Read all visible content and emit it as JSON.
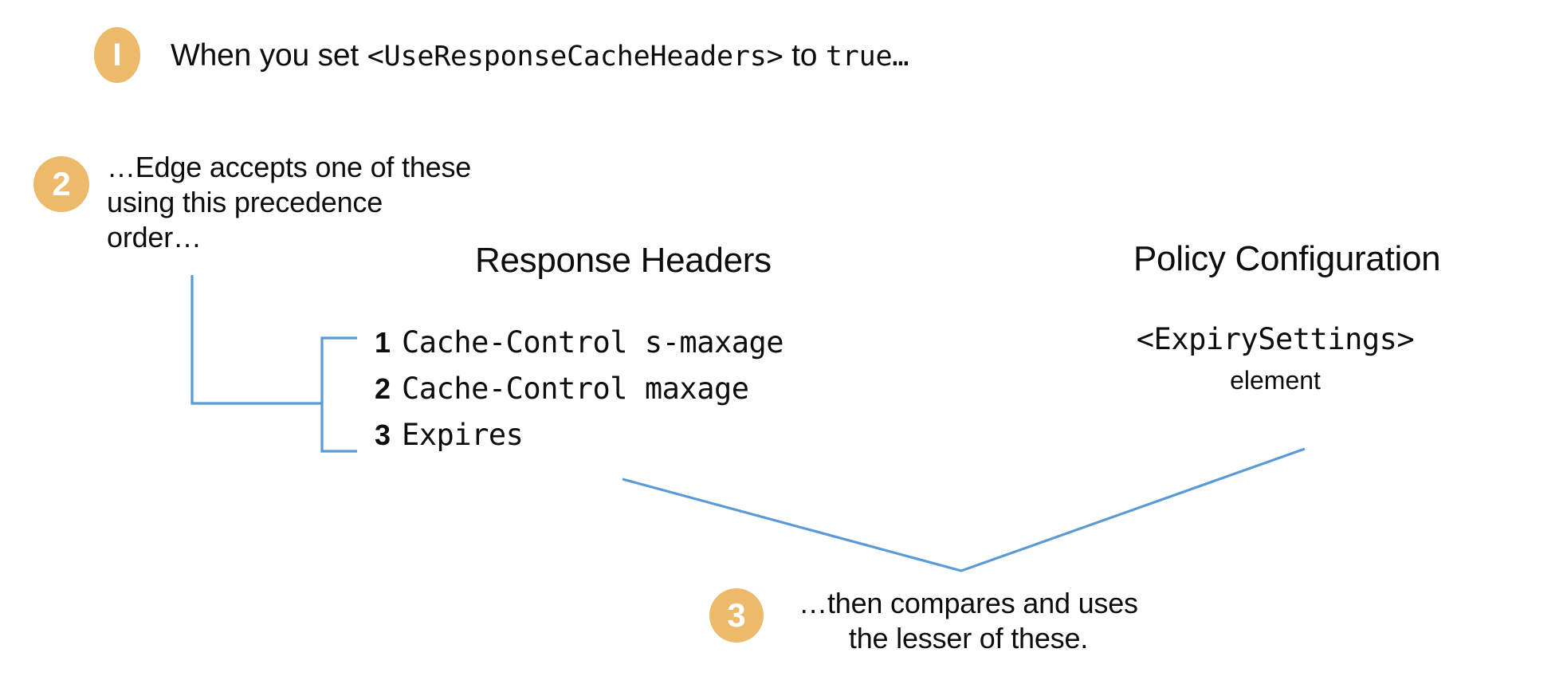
{
  "diagram": {
    "title_line": "When you set <UseResponseCacheHeaders> to true…",
    "accent_color": "#edb96a",
    "connector_color": "#5b9bd5",
    "text_color": "#0d0d0d",
    "background_color": "#ffffff"
  },
  "steps": [
    {
      "number": "1",
      "badge_label": "I",
      "text_plain": "When you set ",
      "text_mono": "<UseResponseCacheHeaders>",
      "text_tail_plain": " to ",
      "text_tail_mono": "true…"
    },
    {
      "number": "2",
      "badge_label": "2",
      "lines": [
        "…Edge accepts one of these",
        "using this precedence",
        "order…"
      ]
    },
    {
      "number": "3",
      "badge_label": "3",
      "lines": [
        "…then compares and uses",
        "the lesser of these."
      ]
    }
  ],
  "columns": {
    "response_headers": {
      "heading": "Response Headers",
      "items": [
        {
          "rank": "1",
          "name": "Cache-Control s-maxage"
        },
        {
          "rank": "2",
          "name": "Cache-Control maxage"
        },
        {
          "rank": "3",
          "name": "Expires"
        }
      ]
    },
    "policy_configuration": {
      "heading": "Policy Configuration",
      "element_name": "<ExpirySettings>",
      "element_kind": "element"
    }
  }
}
